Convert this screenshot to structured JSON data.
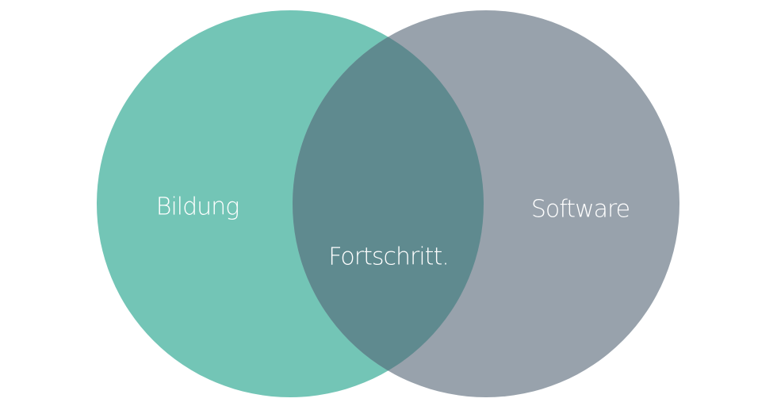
{
  "diagram": {
    "type": "venn",
    "sets": [
      {
        "label": "Bildung",
        "color": "#73c5b6"
      },
      {
        "label": "Software",
        "color": "#98a2ac"
      }
    ],
    "intersection": {
      "label": "Fortschritt.",
      "color": "#5f8a8f"
    }
  }
}
